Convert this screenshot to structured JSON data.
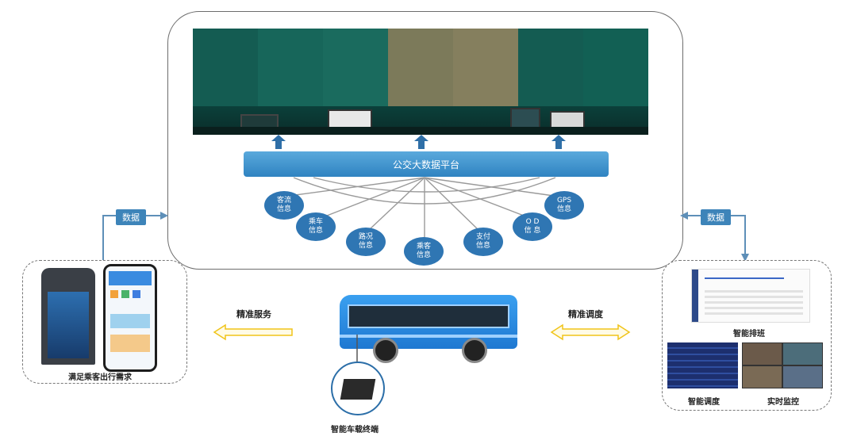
{
  "platform": {
    "title": "公交大数据平台"
  },
  "data_sources": [
    {
      "line1": "客流",
      "line2": "信息"
    },
    {
      "line1": "乘车",
      "line2": "信息"
    },
    {
      "line1": "路况",
      "line2": "信息"
    },
    {
      "line1": "乘客",
      "line2": "信息"
    },
    {
      "line1": "支付",
      "line2": "信息"
    },
    {
      "line1": "O  D",
      "line2": "信 息"
    },
    {
      "line1": "GPS",
      "line2": "信息"
    }
  ],
  "left_flow": {
    "tag": "数据",
    "arrow_label": "精准服务",
    "caption": "满足乘客出行需求"
  },
  "right_flow": {
    "tag": "数据",
    "arrow_label": "精准调度",
    "captions": {
      "scheduling": "智能排班",
      "dispatch": "智能调度",
      "monitor": "实时监控"
    }
  },
  "bus": {
    "terminal_caption": "智能车载终端"
  },
  "colors": {
    "accent": "#2f76b3",
    "platform": "#3b8fcb",
    "arrow_yellow": "#f0c419",
    "wall": "#0c4a43"
  }
}
